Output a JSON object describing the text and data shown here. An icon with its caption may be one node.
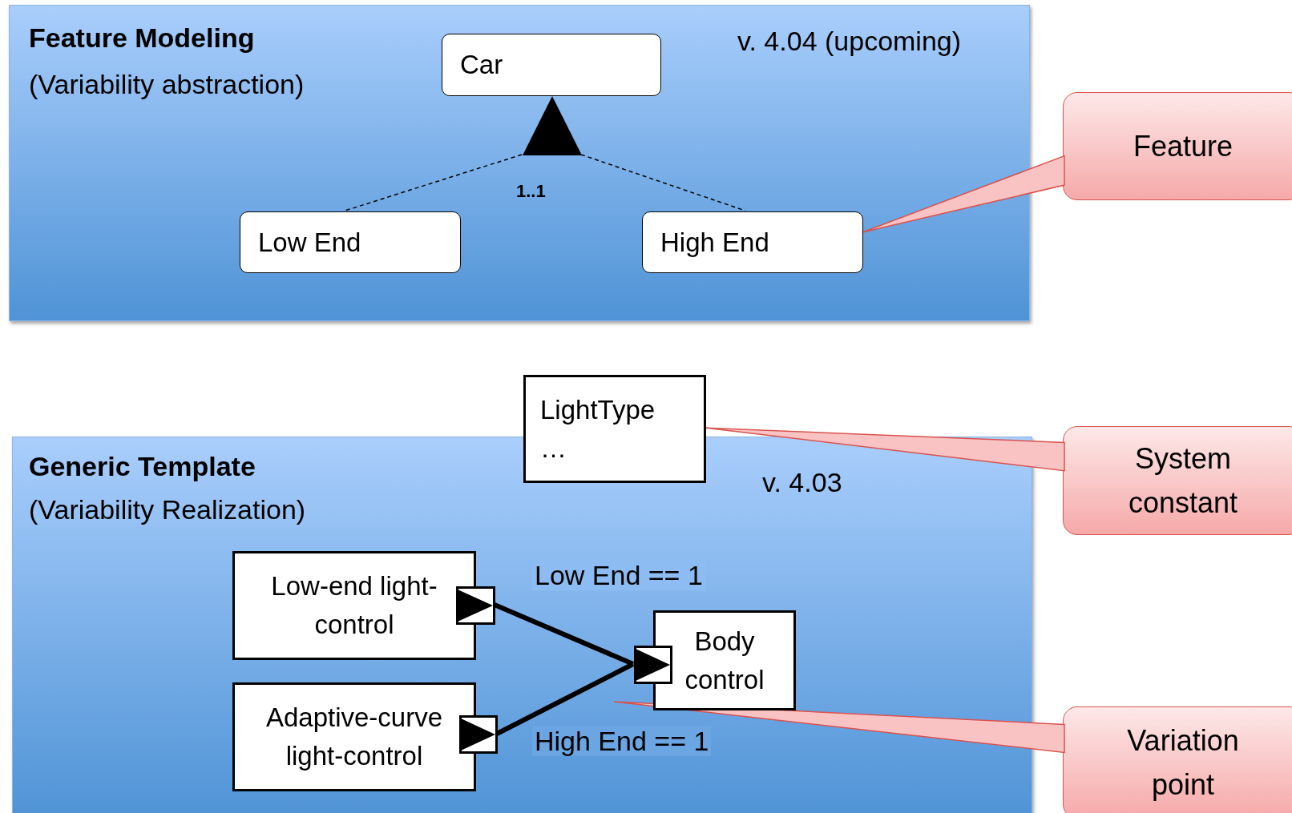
{
  "diagram": {
    "nodes": [
      {
        "text": [
          "Feature Modeling",
          "(Variability abstraction)",
          "v. 4.04 (upcoming)"
        ]
      },
      {
        "text": [
          "Car"
        ],
        "in": 0
      },
      {
        "text": [
          "Low End"
        ],
        "in": 0
      },
      {
        "text": [
          "High End"
        ],
        "in": 0
      },
      {
        "text": [
          "Feature"
        ]
      },
      {
        "text": [
          "LightType",
          "…"
        ]
      },
      {
        "text": [
          "System constant"
        ]
      },
      {
        "text": [
          "Generic Template",
          "(Variability Realization)",
          "v. 4.03"
        ]
      },
      {
        "text": [
          "Low-end light-control"
        ],
        "in": 7
      },
      {
        "text": [],
        "shape": "box",
        "in": 7
      },
      {
        "text": [],
        "shape": "box",
        "in": 7
      },
      {
        "text": [
          "Body control"
        ],
        "in": 7
      },
      {
        "text": [
          "Adaptive-curve light-control"
        ],
        "in": 7
      },
      {
        "text": [],
        "shape": "box",
        "in": 7
      },
      {
        "text": [
          "Variation point"
        ]
      },
      {
        "text": [],
        "shape": "triangle",
        "in": 0
      }
    ],
    "edges": [
      {
        "from": 15,
        "to": 2,
        "arrow": "none",
        "style": "dashed"
      },
      {
        "from": 15,
        "to": 3,
        "arrow": "none",
        "style": "dashed"
      },
      {
        "from": 4,
        "to": 3,
        "arrow": "to",
        "color": "#d9534f"
      },
      {
        "from": 6,
        "to": 5,
        "arrow": "to",
        "color": "#d9534f"
      },
      {
        "from": 9,
        "to": 10,
        "arrow": "none",
        "style": "thick",
        "label": "Low End == 1"
      },
      {
        "from": 13,
        "to": 10,
        "arrow": "none",
        "style": "thick",
        "label": "High End == 1"
      },
      {
        "from": 14,
        "to": null,
        "arrow": "to",
        "color": "#d9534f"
      }
    ],
    "labels": [
      "1..1"
    ]
  }
}
